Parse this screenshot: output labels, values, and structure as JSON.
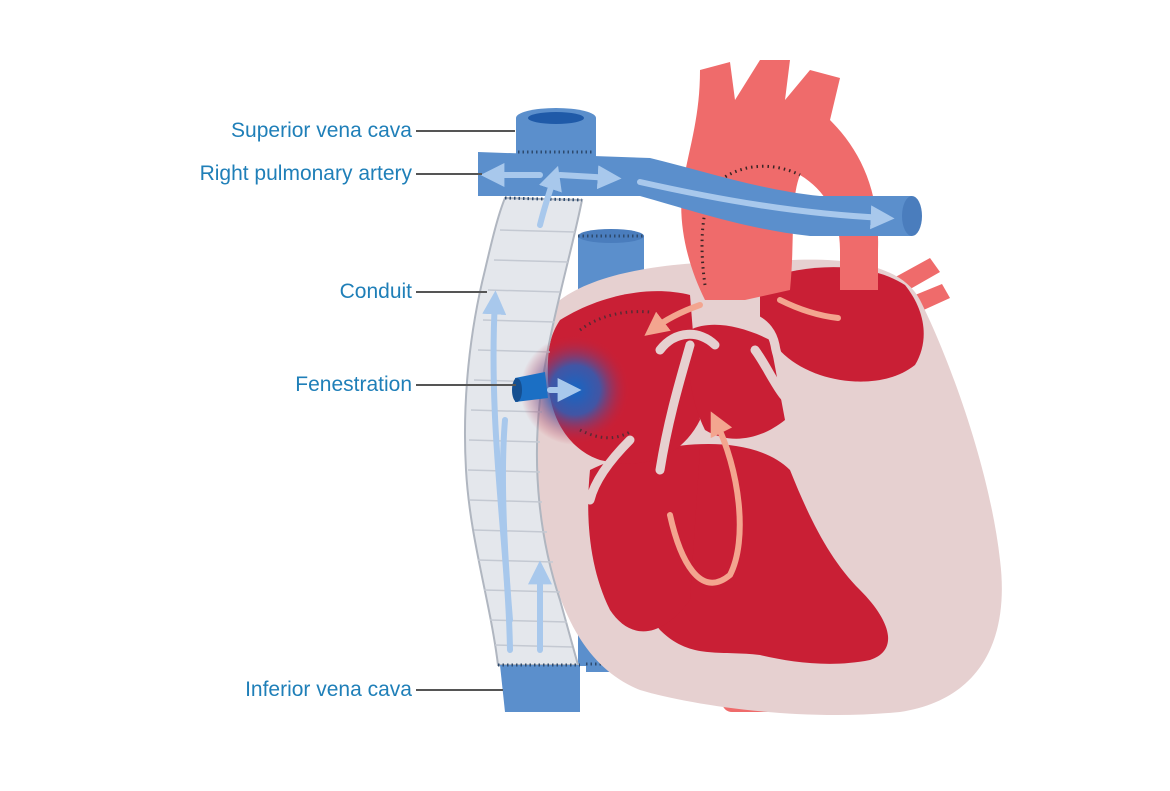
{
  "labels": {
    "superior_vena_cava": "Superior vena cava",
    "right_pulmonary_artery": "Right pulmonary artery",
    "conduit": "Conduit",
    "fenestration": "Fenestration",
    "inferior_vena_cava": "Inferior vena cava"
  },
  "colors": {
    "label_text": "#1f7fb8",
    "vein_blue": "#5b8fcc",
    "aorta_red": "#ef6b6b",
    "heart_chamber": "#c91f35",
    "heart_wall": "#e6d0d0",
    "conduit_grey": "#e4e7ec",
    "arrow_blue": "#9fc3e8",
    "arrow_red": "#f0a08a"
  }
}
